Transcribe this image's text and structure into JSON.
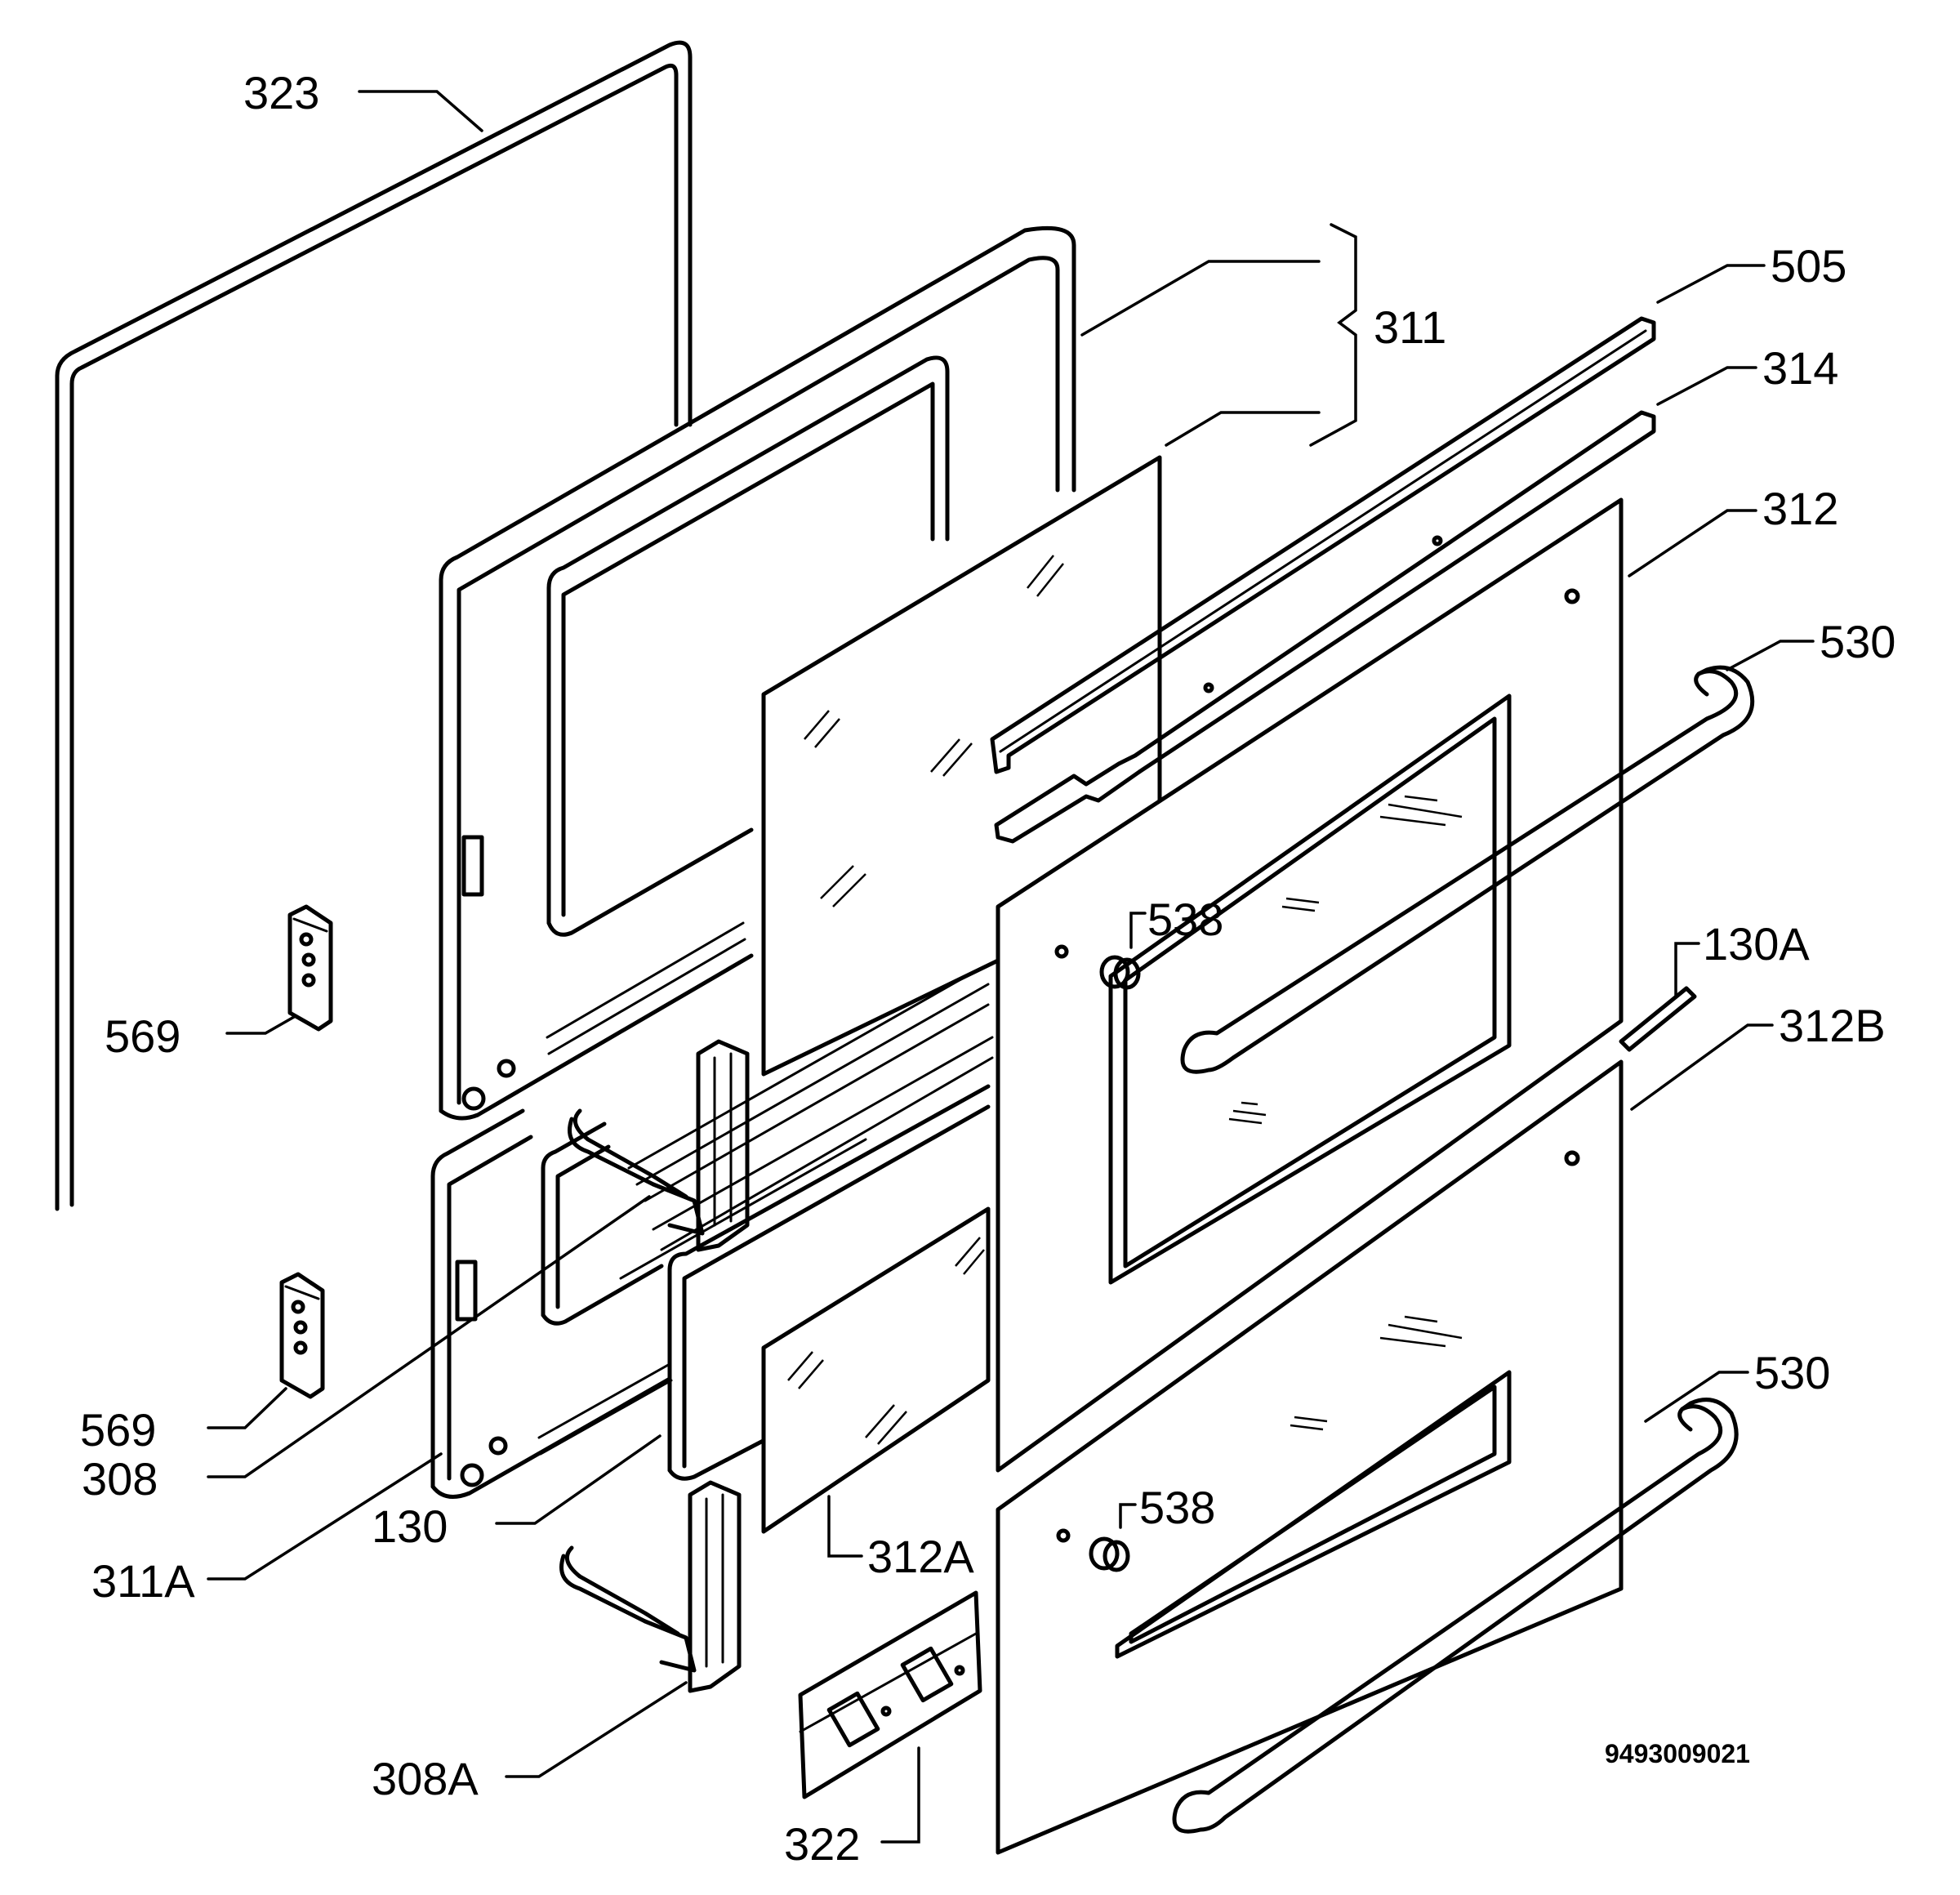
{
  "labels": {
    "l323": "323",
    "l311": "311",
    "l505": "505",
    "l314": "314",
    "l312": "312",
    "l530a": "530",
    "l538a": "538",
    "l130A": "130A",
    "l312B": "312B",
    "l569a": "569",
    "l569b": "569",
    "l308": "308",
    "l311A": "311A",
    "l130": "130",
    "l312A": "312A",
    "l538b": "538",
    "l530b": "530",
    "l308A": "308A",
    "l322": "322"
  },
  "reference_number": "9493009021"
}
